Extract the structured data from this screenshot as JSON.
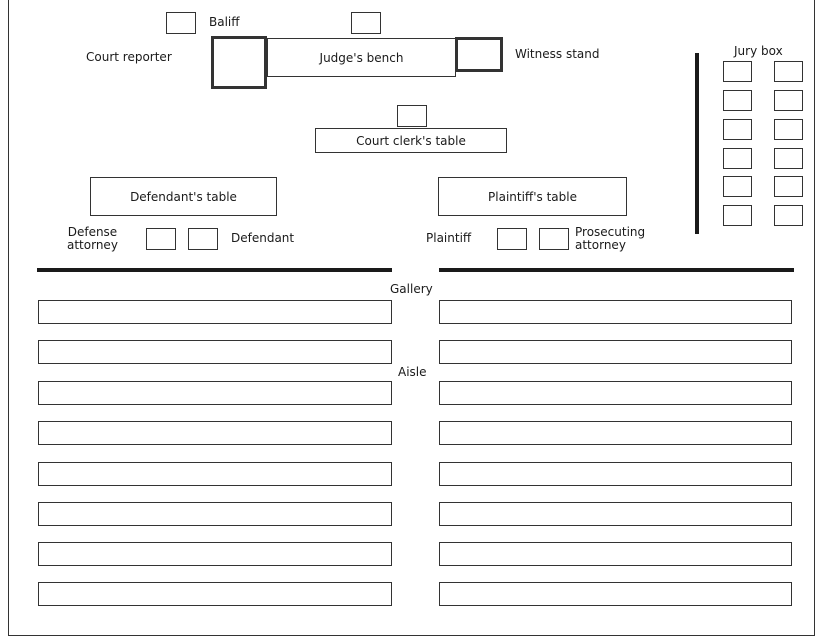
{
  "labels": {
    "baliff": "Baliff",
    "court_reporter": "Court reporter",
    "judges_bench": "Judge's bench",
    "witness_stand": "Witness stand",
    "jury_box": "Jury box",
    "court_clerks_table": "Court clerk's table",
    "defendants_table": "Defendant's table",
    "plaintiffs_table": "Plaintiff's table",
    "defense_attorney_1": "Defense",
    "defense_attorney_2": "attorney",
    "defendant": "Defendant",
    "plaintiff": "Plaintiff",
    "prosecuting_attorney_1": "Prosecuting",
    "prosecuting_attorney_2": "attorney",
    "gallery": "Gallery",
    "aisle": "Aisle"
  }
}
